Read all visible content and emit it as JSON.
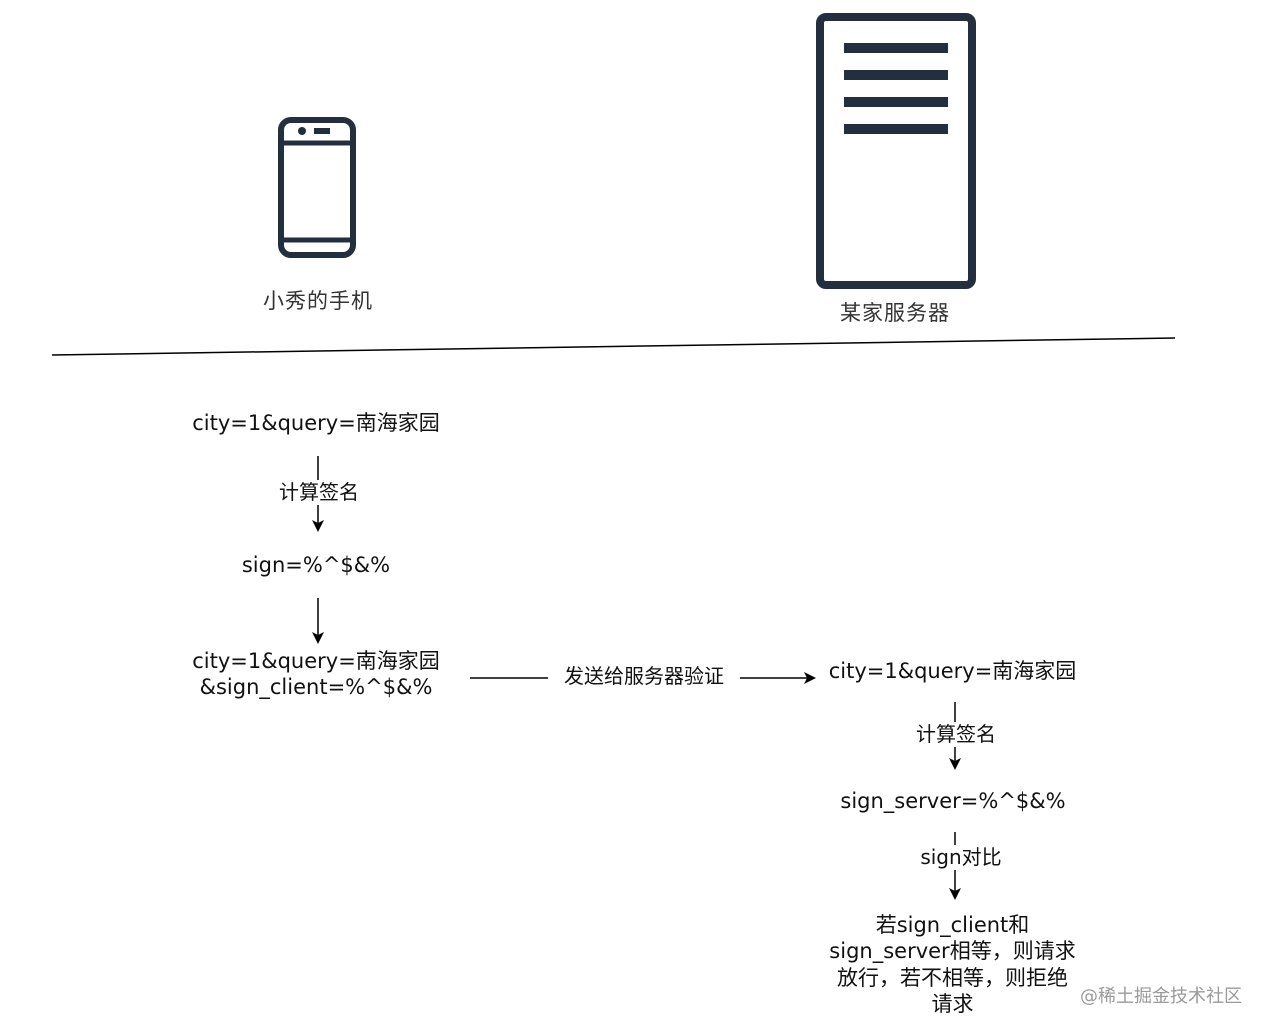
{
  "devices": {
    "phone_label": "小秀的手机",
    "server_label": "某家服务器"
  },
  "client": {
    "params": "city=1&query=南海家园",
    "compute_label": "计算签名",
    "sign": "sign=%^$&%",
    "request_line1": "city=1&query=南海家园",
    "request_line2": "&sign_client=%^$&%"
  },
  "transfer": {
    "label": "发送给服务器验证"
  },
  "server": {
    "params": "city=1&query=南海家园",
    "compute_label": "计算签名",
    "sign": "sign_server=%^$&%",
    "compare_label": "sign对比",
    "result_lines": [
      "若sign_client和",
      "sign_server相等，则请求",
      "放行，若不相等，则拒绝",
      "请求"
    ]
  },
  "watermark": "@稀土掘金技术社区",
  "colors": {
    "icon": "#232f3e",
    "line": "#000000"
  }
}
